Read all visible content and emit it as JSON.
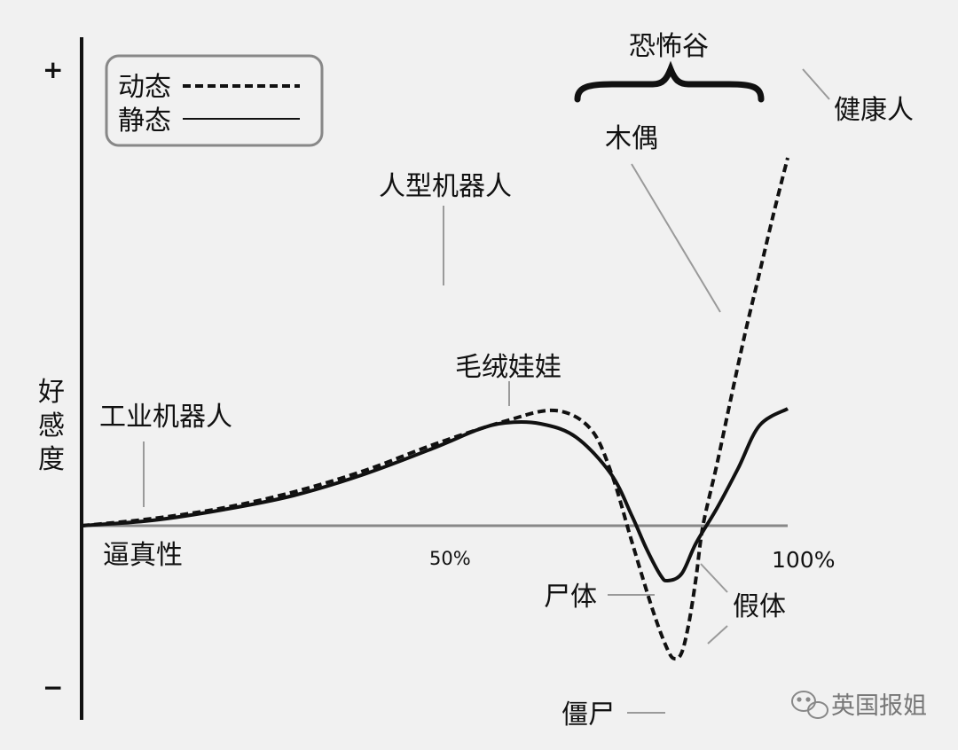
{
  "chart_data": {
    "type": "line",
    "xlabel": "逼真性",
    "ylabel": "好感度",
    "y_ticks": [
      "+",
      "−"
    ],
    "x_ticks": [
      "50%",
      "100%"
    ],
    "xlim": [
      0,
      100
    ],
    "series": [
      {
        "name": "动态",
        "style": "dashed",
        "x": [
          0,
          10,
          20,
          30,
          40,
          50,
          60,
          67,
          72,
          75,
          78,
          81,
          83,
          84,
          85,
          86,
          87,
          88,
          90,
          92,
          94,
          96,
          98,
          100
        ],
        "y": [
          0,
          8,
          20,
          38,
          62,
          92,
          118,
          130,
          110,
          60,
          -20,
          -98,
          -140,
          -150,
          -143,
          -110,
          -60,
          0,
          70,
          145,
          218,
          285,
          352,
          415
        ]
      },
      {
        "name": "静态",
        "style": "solid",
        "x": [
          0,
          10,
          20,
          30,
          40,
          50,
          56,
          60,
          65,
          70,
          75,
          78,
          80,
          82,
          83,
          85,
          87,
          90,
          93,
          96,
          100
        ],
        "y": [
          0,
          6,
          18,
          34,
          58,
          88,
          108,
          116,
          115,
          100,
          58,
          10,
          -26,
          -56,
          -62,
          -54,
          -20,
          20,
          65,
          113,
          132
        ]
      }
    ],
    "annotations": [
      {
        "text": "工业机器人",
        "series": "静态",
        "x": 8
      },
      {
        "text": "人型机器人",
        "series": "动态",
        "x": 50
      },
      {
        "text": "毛绒娃娃",
        "series": "静态",
        "x": 60
      },
      {
        "text": "木偶",
        "series": "动态",
        "x": 90
      },
      {
        "text": "健康人",
        "series": "动态",
        "x": 100
      },
      {
        "text": "尸体",
        "series": "静态",
        "x": 83
      },
      {
        "text": "假体",
        "series": "静态",
        "x": 87
      },
      {
        "text": "僵尸",
        "series": "动态",
        "x": 84
      }
    ],
    "region_label": "恐怖谷",
    "legend": {
      "position": "top-left",
      "entries": [
        {
          "name": "动态",
          "style": "dashed"
        },
        {
          "name": "静态",
          "style": "solid"
        }
      ]
    },
    "grid": false
  },
  "watermark": {
    "text": "英国报姐",
    "icon": "wechat-icon"
  }
}
